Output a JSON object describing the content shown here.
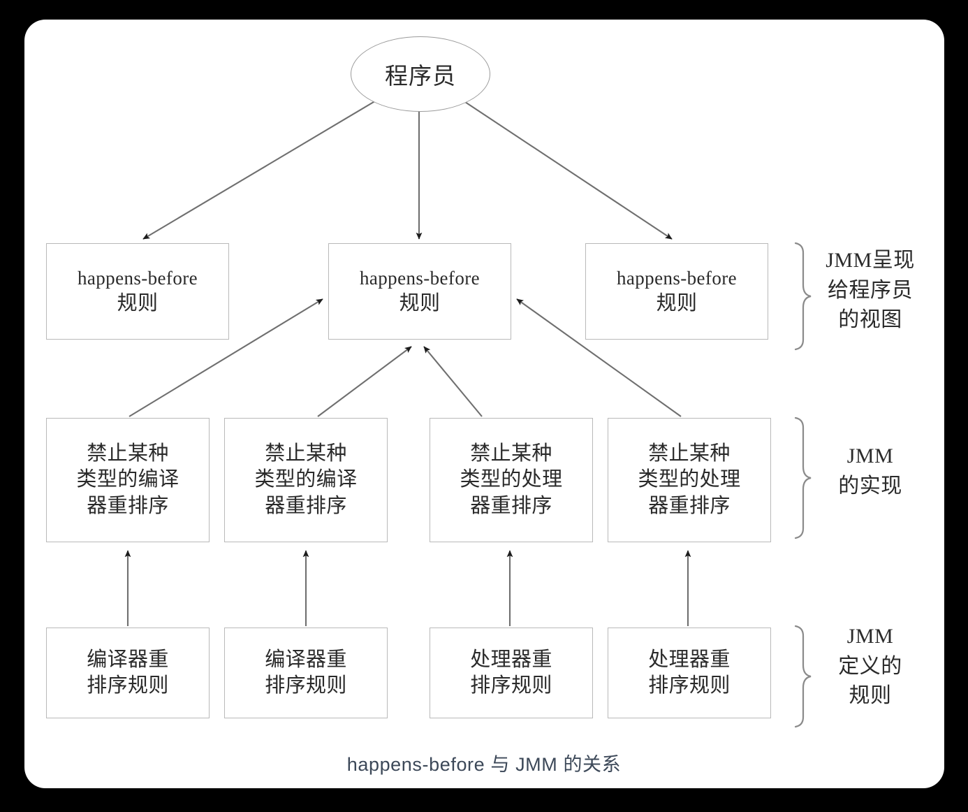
{
  "figure": {
    "caption": "happens-before 与 JMM 的关系",
    "background_color": "#000000",
    "card_color": "#ffffff",
    "box_border_color": "#b9b9b9",
    "text_color": "#2a2a2a",
    "caption_color": "#3c4858"
  },
  "root": {
    "label": "程序员"
  },
  "rows": {
    "hb_rules": [
      {
        "line1": "happens-before",
        "line2": "规则"
      },
      {
        "line1": "happens-before",
        "line2": "规则"
      },
      {
        "line1": "happens-before",
        "line2": "规则"
      }
    ],
    "jmm_impl": [
      {
        "line1": "禁止某种",
        "line2": "类型的编译",
        "line3": "器重排序"
      },
      {
        "line1": "禁止某种",
        "line2": "类型的编译",
        "line3": "器重排序"
      },
      {
        "line1": "禁止某种",
        "line2": "类型的处理",
        "line3": "器重排序"
      },
      {
        "line1": "禁止某种",
        "line2": "类型的处理",
        "line3": "器重排序"
      }
    ],
    "jmm_rules": [
      {
        "line1": "编译器重",
        "line2": "排序规则"
      },
      {
        "line1": "编译器重",
        "line2": "排序规则"
      },
      {
        "line1": "处理器重",
        "line2": "排序规则"
      },
      {
        "line1": "处理器重",
        "line2": "排序规则"
      }
    ]
  },
  "side_labels": {
    "top": {
      "line1": "JMM呈现",
      "line2": "给程序员",
      "line3": "的视图"
    },
    "middle": {
      "line1": "JMM",
      "line2": "的实现"
    },
    "bottom": {
      "line1": "JMM",
      "line2": "定义的",
      "line3": "规则"
    }
  },
  "chart_data": {
    "type": "diagram",
    "title": "happens-before 与 JMM 的关系",
    "nodes": [
      {
        "id": "programmer",
        "label": "程序员",
        "shape": "ellipse",
        "tier": 0
      },
      {
        "id": "hb1",
        "label": "happens-before 规则",
        "shape": "rect",
        "tier": 1
      },
      {
        "id": "hb2",
        "label": "happens-before 规则",
        "shape": "rect",
        "tier": 1
      },
      {
        "id": "hb3",
        "label": "happens-before 规则",
        "shape": "rect",
        "tier": 1
      },
      {
        "id": "impl1",
        "label": "禁止某种类型的编译器重排序",
        "shape": "rect",
        "tier": 2
      },
      {
        "id": "impl2",
        "label": "禁止某种类型的编译器重排序",
        "shape": "rect",
        "tier": 2
      },
      {
        "id": "impl3",
        "label": "禁止某种类型的处理器重排序",
        "shape": "rect",
        "tier": 2
      },
      {
        "id": "impl4",
        "label": "禁止某种类型的处理器重排序",
        "shape": "rect",
        "tier": 2
      },
      {
        "id": "rule1",
        "label": "编译器重排序规则",
        "shape": "rect",
        "tier": 3
      },
      {
        "id": "rule2",
        "label": "编译器重排序规则",
        "shape": "rect",
        "tier": 3
      },
      {
        "id": "rule3",
        "label": "处理器重排序规则",
        "shape": "rect",
        "tier": 3
      },
      {
        "id": "rule4",
        "label": "处理器重排序规则",
        "shape": "rect",
        "tier": 3
      }
    ],
    "edges": [
      {
        "from": "programmer",
        "to": "hb1",
        "arrow": "to"
      },
      {
        "from": "programmer",
        "to": "hb2",
        "arrow": "to"
      },
      {
        "from": "programmer",
        "to": "hb3",
        "arrow": "to"
      },
      {
        "from": "impl1",
        "to": "hb2",
        "arrow": "to"
      },
      {
        "from": "impl2",
        "to": "hb2",
        "arrow": "to"
      },
      {
        "from": "impl3",
        "to": "hb2",
        "arrow": "to"
      },
      {
        "from": "impl4",
        "to": "hb2",
        "arrow": "to"
      },
      {
        "from": "rule1",
        "to": "impl1",
        "arrow": "to"
      },
      {
        "from": "rule2",
        "to": "impl2",
        "arrow": "to"
      },
      {
        "from": "rule3",
        "to": "impl3",
        "arrow": "to"
      },
      {
        "from": "rule4",
        "to": "impl4",
        "arrow": "to"
      }
    ],
    "groups": [
      {
        "tier": 1,
        "label": "JMM呈现给程序员的视图"
      },
      {
        "tier": 2,
        "label": "JMM的实现"
      },
      {
        "tier": 3,
        "label": "JMM定义的规则"
      }
    ]
  }
}
